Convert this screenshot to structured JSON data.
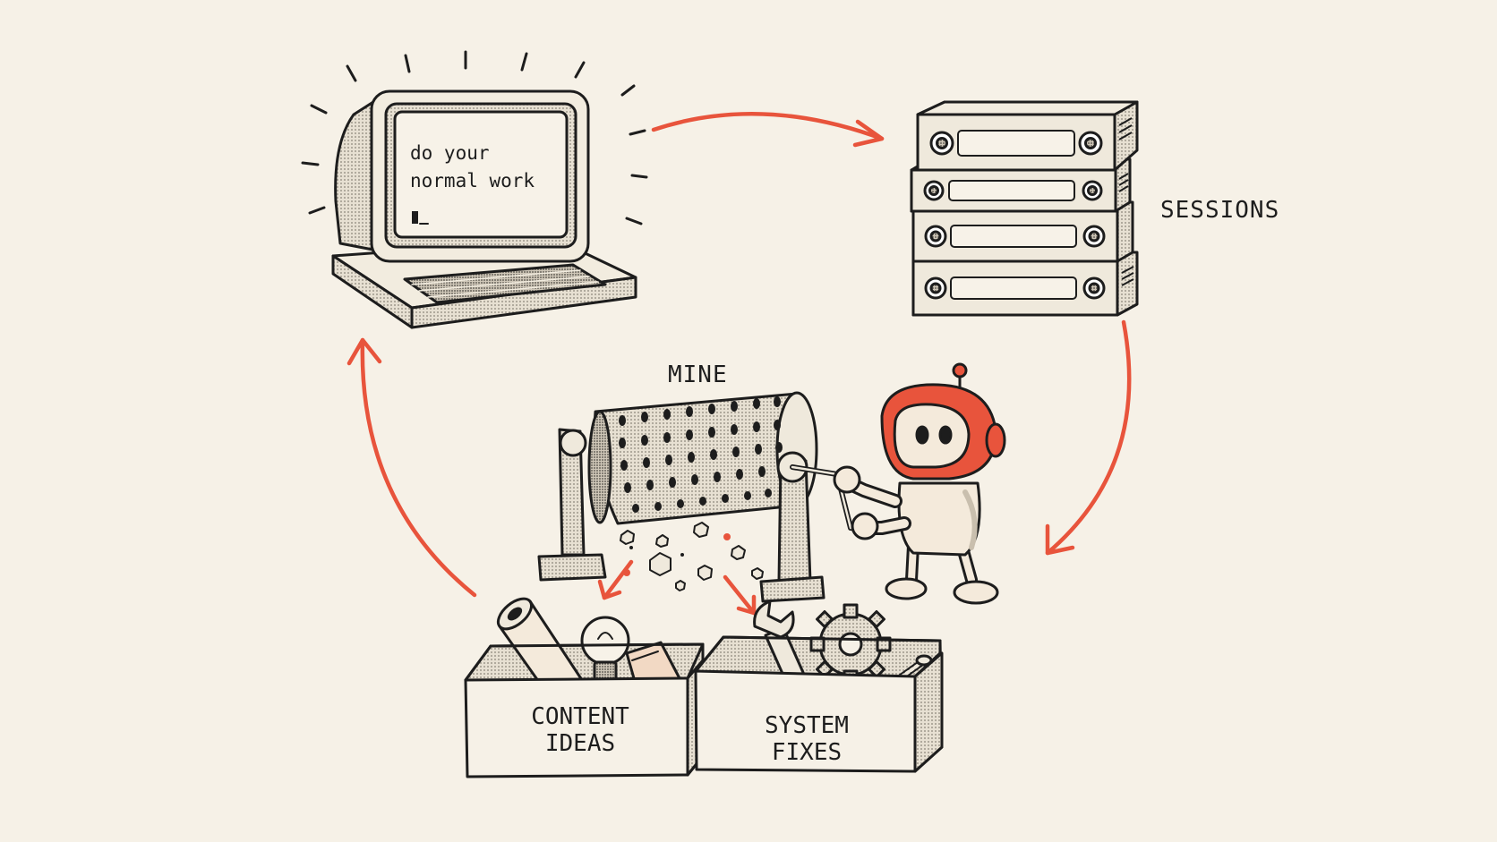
{
  "computer": {
    "screen_line1": "do your",
    "screen_line2": "normal work",
    "icon": "retro-computer-icon"
  },
  "sessions": {
    "label": "SESSIONS",
    "icon": "server-stack-icon"
  },
  "mine": {
    "label": "MINE",
    "icon": "mining-drum-icon",
    "operator_icon": "robot-icon"
  },
  "bins": [
    {
      "line1": "CONTENT",
      "line2": "IDEAS",
      "icon": "lightbulb-icon"
    },
    {
      "line1": "SYSTEM",
      "line2": "FIXES",
      "icon": "gear-wrench-icon"
    }
  ],
  "colors": {
    "accent": "#e8543c",
    "ink": "#1d1d1d",
    "paper": "#f6f1e7",
    "fill": "#efe9dc"
  }
}
